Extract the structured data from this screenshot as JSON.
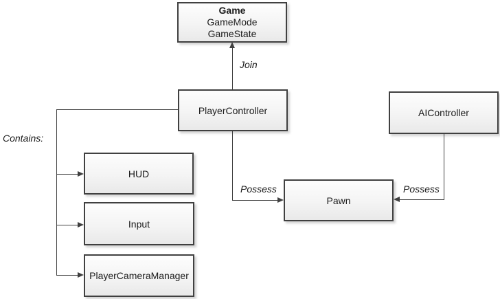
{
  "diagram": {
    "nodes": {
      "game": {
        "title": "Game",
        "member1": "GameMode",
        "member2": "GameState"
      },
      "player_controller": {
        "label": "PlayerController"
      },
      "ai_controller": {
        "label": "AIController"
      },
      "pawn": {
        "label": "Pawn"
      },
      "hud": {
        "label": "HUD"
      },
      "input": {
        "label": "Input"
      },
      "player_camera_manager": {
        "label": "PlayerCameraManager"
      }
    },
    "edges": {
      "join": {
        "label": "Join"
      },
      "possess_player": {
        "label": "Possess"
      },
      "possess_ai": {
        "label": "Possess"
      },
      "contains": {
        "label": "Contains:"
      }
    },
    "colors": {
      "background": "#ffffff",
      "node_border": "#404040",
      "node_fill_top": "#fdfdfd",
      "node_fill_bottom": "#e9e9e9",
      "connector": "#404040",
      "text": "#1a1a1a"
    }
  }
}
